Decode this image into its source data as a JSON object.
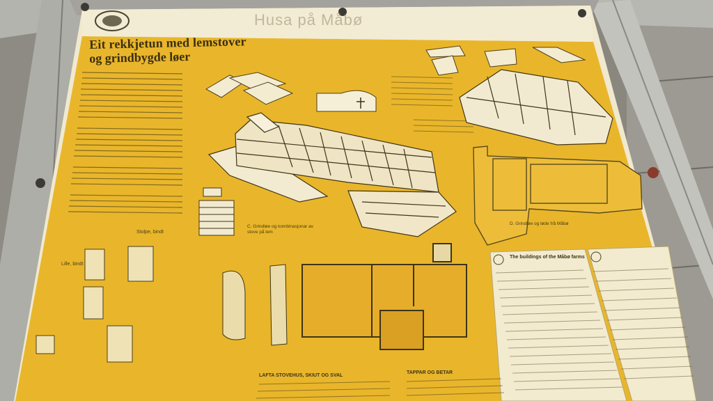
{
  "sign": {
    "header_title": "Husa på Måbø",
    "heading_line_1": "Eit rekkjetun med lemstover",
    "heading_line_2": "og grindbygde løer",
    "caption_c": "C. Grindløe og kombinasjonar av stove på lem",
    "caption_d": "D. Grindløe og løde frå Måbø",
    "label_lower_left": "Stolpe, bindt",
    "label_bottom_left": "Lille, bindt",
    "english_heading": "The buildings of the Måbø farms",
    "lower_heading_1": "LAFTA STOVEHUS, SKIUT OG SVAL",
    "lower_heading_2": "TAPPAR OG BETAR"
  },
  "colors": {
    "sign_yellow": "#e8b52a",
    "wood_frame": "#b9b9b4",
    "panel_cream": "#f1ead0"
  }
}
